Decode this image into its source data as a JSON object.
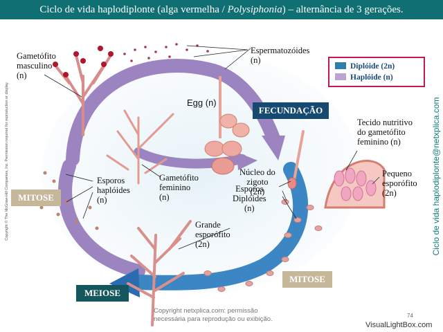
{
  "title": {
    "prefix": "Ciclo de vida haplodiplonte (alga vermelha / ",
    "genus": "Polysiphonia",
    "suffix": ") – alternância de 3 gerações."
  },
  "legend": {
    "diploid_label": "Diplóide (2n)",
    "haploid_label": "Haplóide (n)",
    "diploid_color": "#2e7ea8",
    "haploid_color": "#b9a5d0"
  },
  "stages": {
    "fecundacao": "FECUNDAÇÃO",
    "mitose_left": "MITOSE",
    "meiose": "MEIOSE",
    "mitose_right": "MITOSE"
  },
  "labels": {
    "gametofito_masculino_1": "Gametófito",
    "gametofito_masculino_2": "masculino",
    "gametofito_masculino_3": "(n)",
    "espermatozoides_1": "Espermatozóides",
    "espermatozoides_2": "(n)",
    "egg": "Egg (n)",
    "gametofito_feminino_1": "Gametófito",
    "gametofito_feminino_2": "feminino",
    "gametofito_feminino_3": "(n)",
    "nucleo_zigoto_1": "Núcleo do",
    "nucleo_zigoto_2": "zigoto",
    "nucleo_zigoto_3": "(2n)",
    "esporos_haploides_1": "Esporos",
    "esporos_haploides_2": "haplóides",
    "esporos_haploides_3": "(n)",
    "esporos_diploides_1": "Esporos",
    "esporos_diploides_2": "Diplóides",
    "esporos_diploides_3": "(n)",
    "grande_esporofito_1": "Grande",
    "grande_esporofito_2": "esporófito",
    "grande_esporofito_3": "(2n)",
    "tecido_1": "Tecido nutritivo",
    "tecido_2": "do gametófito",
    "tecido_3": "feminino (n)",
    "pequeno_1": "Pequeno",
    "pequeno_2": "esporófito",
    "pequeno_3": "(2n)"
  },
  "side_text": {
    "left": "Copyright © The McGraw-Hill Companies, Inc. Permission required for reproduction or display.",
    "right": "Ciclo de vida haplodiplonte@netxplica.com"
  },
  "footer": {
    "copyright_1": "Copyright netxplica.com: permissão",
    "copyright_2": "necessária para reprodução ou exibição.",
    "page_number": "74",
    "watermark": "VisualLightBox.com"
  }
}
